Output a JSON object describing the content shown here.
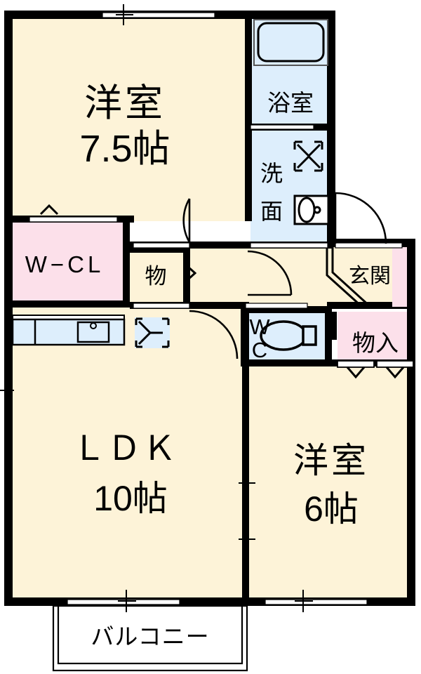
{
  "plan": {
    "title": "間取り図",
    "layout_type": "2LDK",
    "colors": {
      "wall": "#000000",
      "floor_tatami": "#fdf3d8",
      "room_fill": "#fdf3d8",
      "water_fill": "#ddeefc",
      "closet_fill": "#fce0ea",
      "outline": "#000000",
      "background": "#ffffff",
      "fixture_line": "#000000"
    },
    "rooms": [
      {
        "key": "bedroom_main",
        "name": "洋室",
        "size": "7.5帖",
        "fill": "room_fill"
      },
      {
        "key": "bathroom",
        "name": "浴室",
        "size": "",
        "fill": "water_fill"
      },
      {
        "key": "washroom",
        "name": "洗面",
        "size": "",
        "fill": "water_fill"
      },
      {
        "key": "walk_closet",
        "name": "W−CL",
        "size": "",
        "fill": "closet_fill"
      },
      {
        "key": "storage_small",
        "name": "物",
        "size": "",
        "fill": "closet_fill"
      },
      {
        "key": "entrance",
        "name": "玄関",
        "size": "",
        "fill": "room_fill"
      },
      {
        "key": "toilet",
        "name": "WC",
        "size": "",
        "fill": "water_fill"
      },
      {
        "key": "storage_big",
        "name": "物入",
        "size": "",
        "fill": "closet_fill"
      },
      {
        "key": "ldk",
        "name": "ＬＤＫ",
        "size": "10帖",
        "fill": "room_fill"
      },
      {
        "key": "bedroom_sub",
        "name": "洋室",
        "size": "6帖",
        "fill": "room_fill"
      },
      {
        "key": "balcony",
        "name": "バルコニー",
        "size": "",
        "fill": "background"
      }
    ],
    "labels": {
      "bedroom_main_name": "洋室",
      "bedroom_main_size": "7.5帖",
      "bathroom": "浴室",
      "washroom_line1": "洗",
      "washroom_line2": "面",
      "walk_closet": "W−CL",
      "storage_small": "物",
      "entrance": "玄関",
      "toilet_line1": "W",
      "toilet_line2": "C",
      "storage_big": "物入",
      "ldk_name": "ＬＤＫ",
      "ldk_size": "10帖",
      "bedroom_sub_name": "洋室",
      "bedroom_sub_size": "6帖",
      "balcony": "バルコニー"
    },
    "fixtures": [
      {
        "key": "bathtub",
        "name": "bathtub-icon",
        "room": "bathroom"
      },
      {
        "key": "washbasin",
        "name": "washbasin-icon",
        "room": "washroom"
      },
      {
        "key": "washer_space",
        "name": "washing-machine-space-icon",
        "room": "washroom"
      },
      {
        "key": "kitchen_sink",
        "name": "kitchen-sink-counter-icon",
        "room": "ldk"
      },
      {
        "key": "fridge_space",
        "name": "refrigerator-space-icon",
        "room": "ldk"
      },
      {
        "key": "toilet_bowl",
        "name": "toilet-bowl-icon",
        "room": "toilet"
      },
      {
        "key": "entrance_step",
        "name": "entrance-step-icon",
        "room": "entrance"
      },
      {
        "key": "shoe_closet",
        "name": "shoe-closet-icon",
        "room": "entrance"
      }
    ],
    "openings": [
      {
        "key": "win_bedroom_main_north",
        "name": "window-bedroom-main-north"
      },
      {
        "key": "win_ldk_south",
        "name": "window-ldk-south"
      },
      {
        "key": "win_bedroom_sub_south",
        "name": "window-bedroom-sub-south"
      },
      {
        "key": "door_entrance",
        "name": "entrance-door"
      },
      {
        "key": "door_bedroom_main",
        "name": "door-bedroom-main"
      },
      {
        "key": "door_ldk_hall",
        "name": "door-ldk-hall"
      },
      {
        "key": "door_washroom",
        "name": "door-washroom"
      },
      {
        "key": "door_toilet",
        "name": "door-toilet"
      },
      {
        "key": "door_bathroom",
        "name": "door-bathroom"
      },
      {
        "key": "door_walk_closet",
        "name": "door-walk-closet"
      },
      {
        "key": "door_storage_small",
        "name": "door-storage-small"
      },
      {
        "key": "door_storage_big",
        "name": "door-storage-big"
      },
      {
        "key": "door_bedroom_sub",
        "name": "door-bedroom-sub"
      }
    ]
  }
}
